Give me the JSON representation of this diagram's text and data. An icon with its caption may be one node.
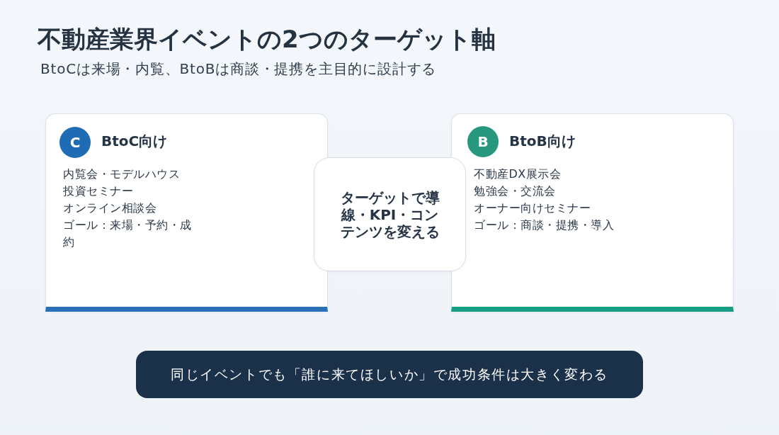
{
  "diagram": {
    "title": "不動産業界イベントの2つのターゲット軸",
    "nodes": [
      {
        "text": [
          "BtoC向け",
          "内覧会・モデルハウス",
          "投資セミナー",
          "オンライン相談会",
          "ゴール：来場・予約・成約"
        ]
      },
      {
        "text": [
          "C"
        ],
        "in": 0
      },
      {
        "text": [
          "ターゲットで導線・KPI・コンテンツを変える"
        ]
      },
      {
        "text": [
          "BtoB向け",
          "不動産DX展示会",
          "勉強会・交流会",
          "オーナー向けセミナー",
          "ゴール：商談・提携・導入"
        ]
      },
      {
        "text": [
          "B"
        ],
        "in": 3
      },
      {
        "text": [
          "同じイベントでも「誰に来てほしいか」で成功条件は大きく変わる"
        ]
      }
    ],
    "labels": [
      "BtoCは来場・内覧、BtoBは商談・提携を主目的に設計する"
    ]
  }
}
